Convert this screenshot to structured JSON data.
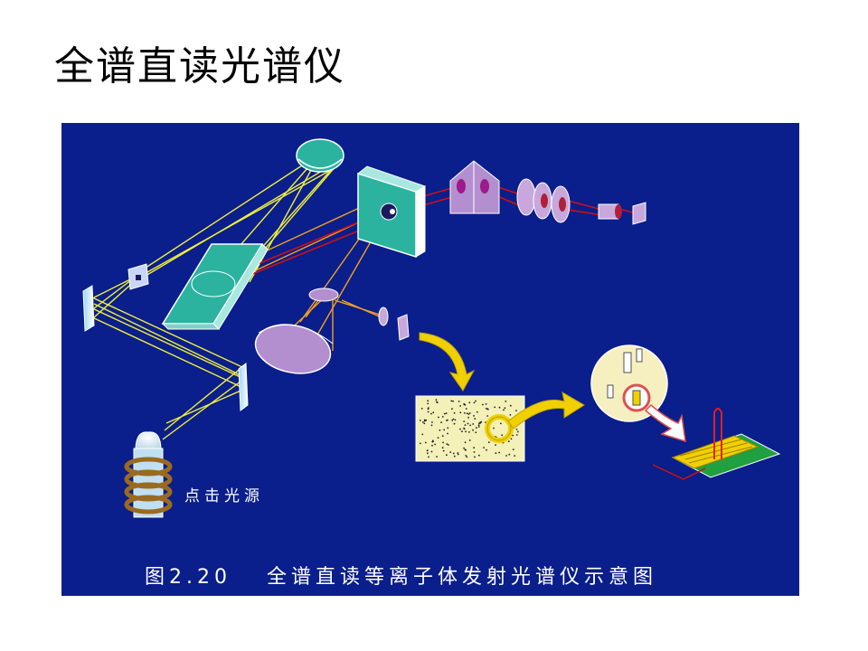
{
  "slide": {
    "title": "全谱直读光谱仪"
  },
  "diagram": {
    "source_label": "点击光源",
    "caption": "图2.20　 全谱直读等离子体发射光谱仪示意图"
  },
  "colors": {
    "panel_bg": "#0a1e8c",
    "yellow_beam": "#f0f03a",
    "orange_beam": "#f0a020",
    "red_beam": "#d01010",
    "optic_teal": "#2bb3a0",
    "optic_violet": "#b38fd0",
    "speckle_panel": "#f3f0b8",
    "arrow": "#f0d000",
    "chip_green": "#20a040"
  }
}
